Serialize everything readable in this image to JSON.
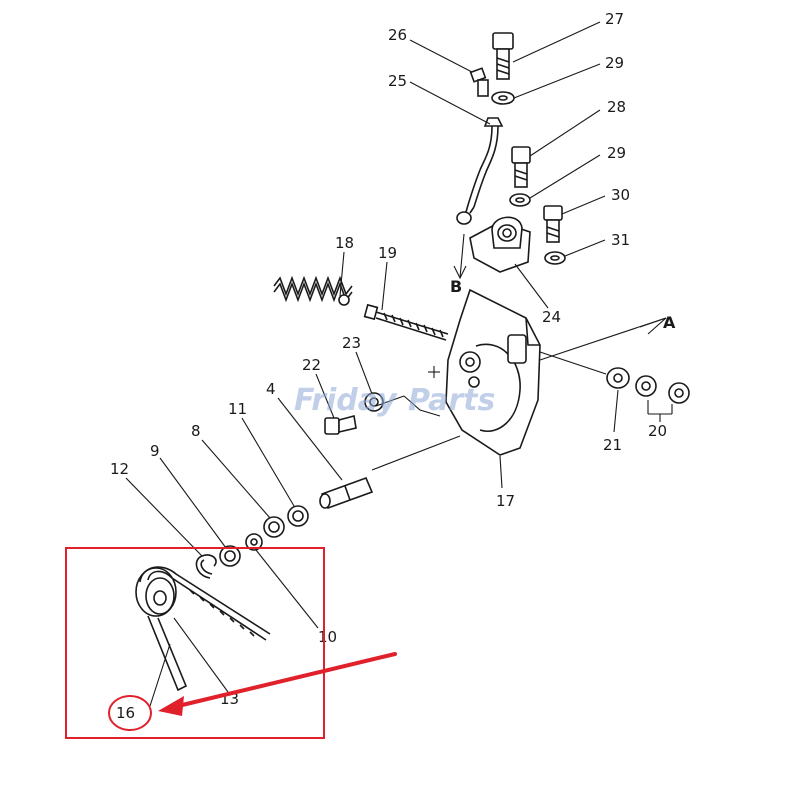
{
  "callouts": {
    "c1": "27",
    "c2": "26",
    "c3": "29",
    "c4": "25",
    "c5": "28",
    "c6": "29",
    "c7": "30",
    "c8": "31",
    "c9": "24",
    "c10": "18",
    "c11": "19",
    "c12": "22",
    "c13": "23",
    "c14": "4",
    "c15": "11",
    "c16": "8",
    "c17": "9",
    "c18": "12",
    "c19": "10",
    "c20": "13",
    "c21": "16",
    "c22": "17",
    "c23": "21",
    "c24": "20"
  },
  "view_markers": {
    "a": "A",
    "b": "B"
  },
  "watermark": {
    "text1": "Friday",
    "text2": "Parts"
  },
  "colors": {
    "highlight": "#e0202a",
    "line": "#1a1a1a",
    "watermark": "#8fa9d8"
  }
}
